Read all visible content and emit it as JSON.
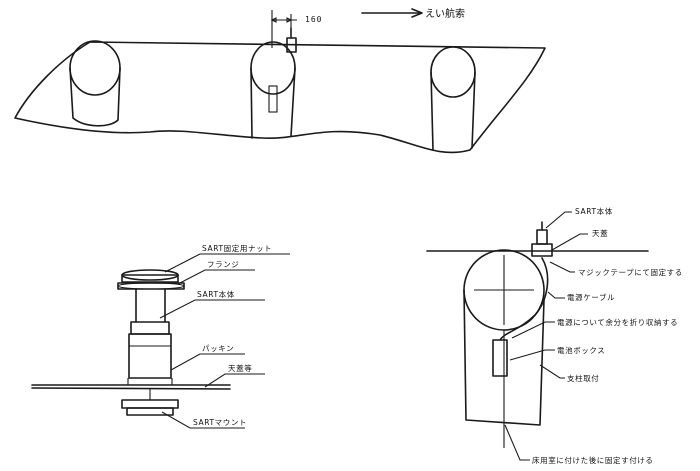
{
  "top_view": {
    "direction_label": "えい航索",
    "dimension": "160"
  },
  "left_detail": {
    "labels": {
      "fixing_nut": "SART固定用ナット",
      "flange": "フランジ",
      "sart_body": "SART本体",
      "packing": "パッキン",
      "deck": "天蓋等",
      "mount": "SARTマウント"
    }
  },
  "right_detail": {
    "labels": {
      "sart_body": "SART本体",
      "deck": "天蓋",
      "fix_cable": "マジックテープにて固定する",
      "power_cable": "電源ケーブル",
      "fold_cable": "電源について余分を折り収納する",
      "battery_box": "電池ボックス",
      "support_post": "支柱取付",
      "install_note": "床用室に付けた後に固定す付ける"
    }
  }
}
